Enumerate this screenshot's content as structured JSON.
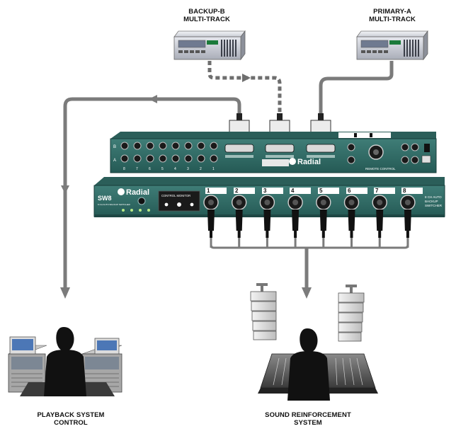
{
  "labels": {
    "backup_title": "BACKUP-B",
    "backup_sub": "MULTI-TRACK",
    "primary_title": "PRIMARY-A",
    "primary_sub": "MULTI-TRACK",
    "playback_title": "PLAYBACK SYSTEM",
    "playback_sub": "CONTROL",
    "sound_title": "SOUND REINFORCEMENT",
    "sound_sub": "SYSTEM"
  },
  "rear_panel": {
    "brand": "Radial",
    "row_a": "A",
    "row_b": "B",
    "jack_numbers": [
      "8",
      "7",
      "6",
      "5",
      "4",
      "3",
      "2",
      "1"
    ],
    "remote_label": "REMOTE CONTROL"
  },
  "front_panel": {
    "brand": "Radial",
    "model": "SW8",
    "model_sub": "8 CH AUTO BACKUP SWITCHER",
    "monitor_title": "CONTROL MONITOR",
    "right_text": [
      "8 CH AUTO",
      "BACKUP",
      "SWITCHER"
    ],
    "channels": [
      "1",
      "2",
      "3",
      "4",
      "5",
      "6",
      "7",
      "8"
    ]
  },
  "colors": {
    "panel_teal": "#2f6b66",
    "panel_dark": "#1e4744",
    "cable_grey": "#7b7b7b",
    "dashed_grey": "#6e6e6e",
    "connector_light": "#e9e9e9"
  }
}
